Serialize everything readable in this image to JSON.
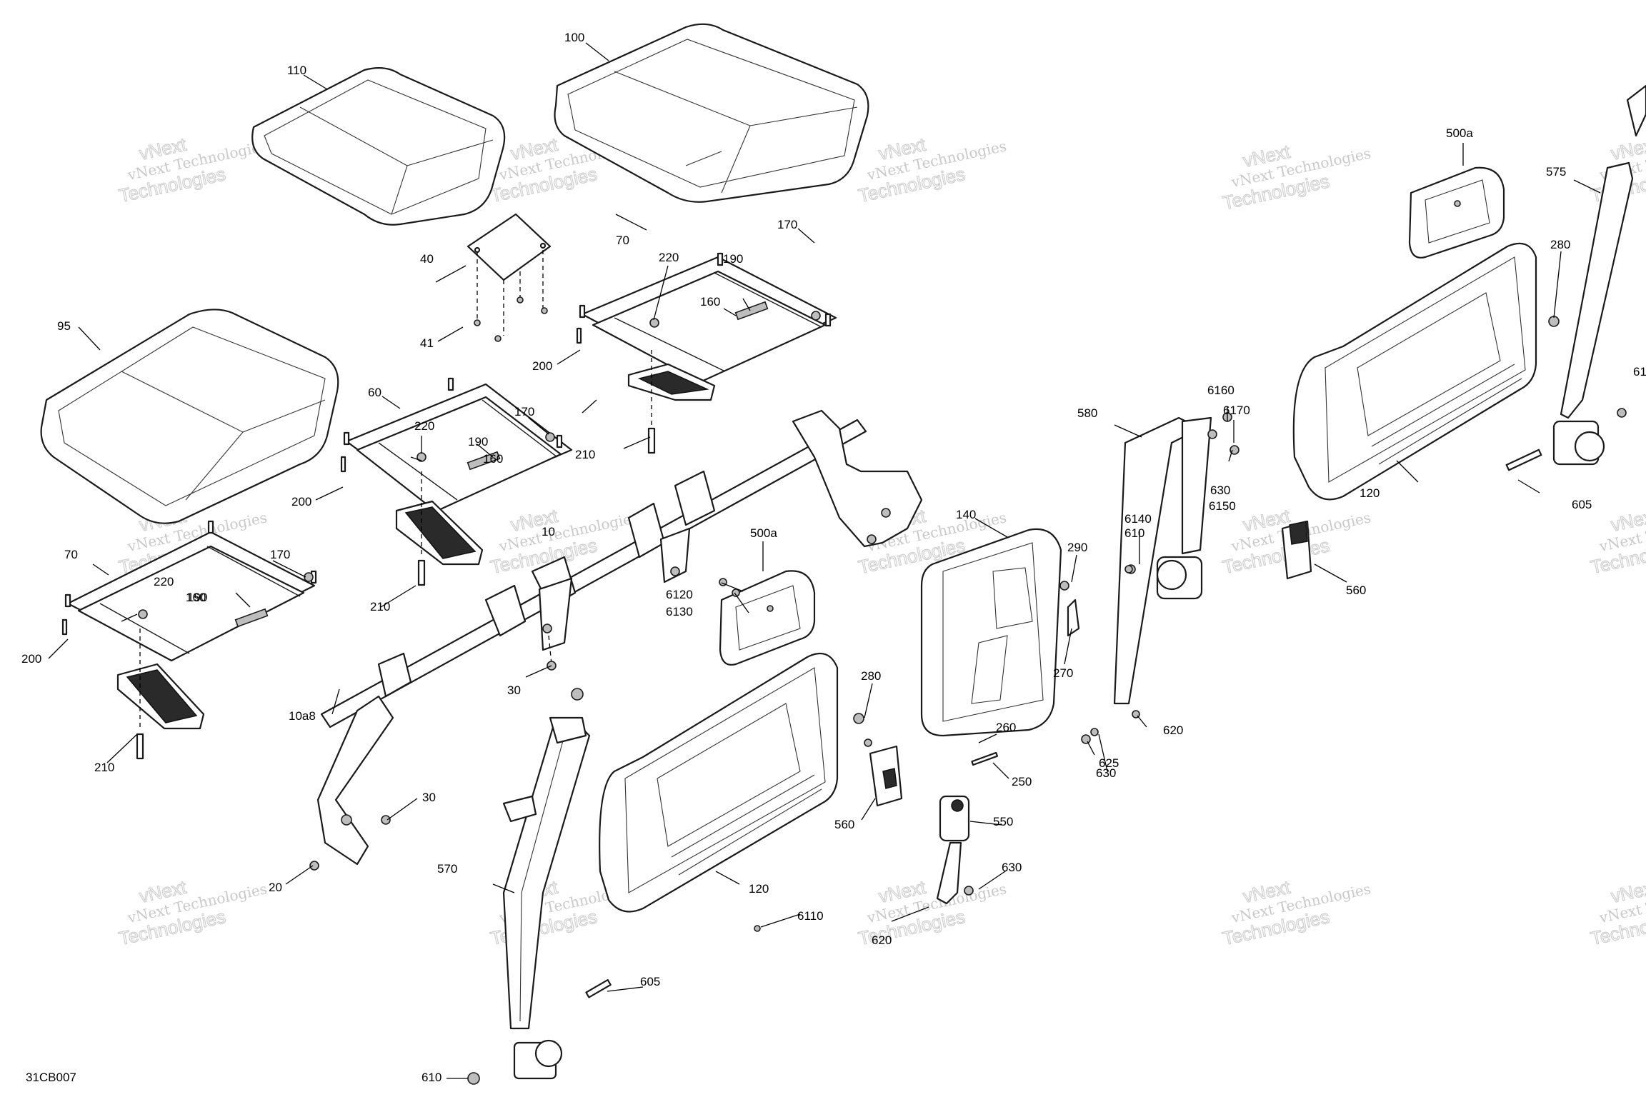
{
  "diagram": {
    "drawing_id": "31CB007",
    "watermark": {
      "line1": "vNext Technologies",
      "line2": "vNext",
      "line3": "Technologies"
    },
    "callouts": [
      "110",
      "100",
      "500a",
      "575",
      "280",
      "40",
      "70",
      "170",
      "220",
      "190",
      "160",
      "41",
      "200",
      "95",
      "60",
      "170",
      "220",
      "190",
      "160",
      "200",
      "210",
      "210",
      "10",
      "580",
      "6160",
      "6170",
      "630",
      "6150",
      "6140",
      "610",
      "140",
      "290",
      "70",
      "170",
      "220",
      "190",
      "160",
      "200",
      "210",
      "500a",
      "6120",
      "6130",
      "280",
      "270",
      "120",
      "605",
      "560",
      "30",
      "10a8",
      "260",
      "250",
      "620",
      "625",
      "630",
      "30",
      "560",
      "550",
      "630",
      "20",
      "120",
      "6110",
      "620",
      "570",
      "605",
      "610",
      "61"
    ]
  }
}
